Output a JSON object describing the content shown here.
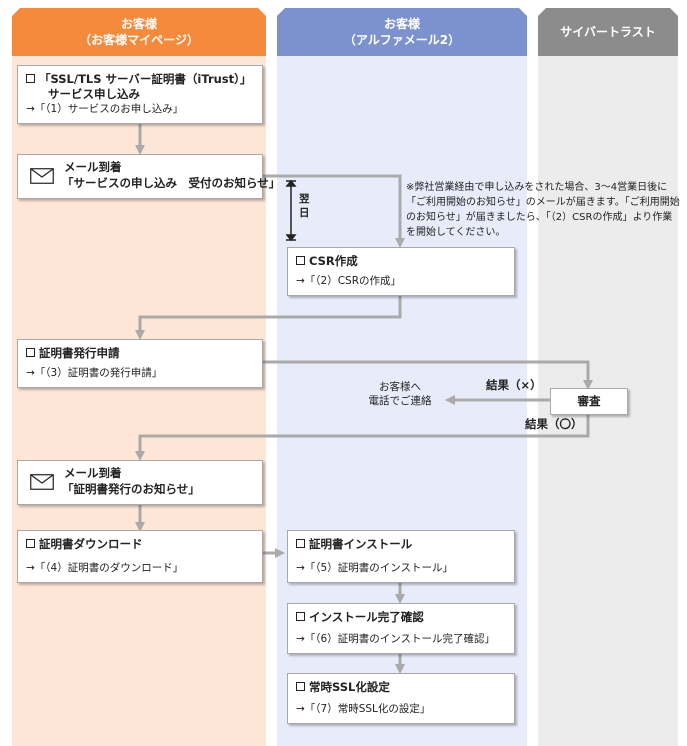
{
  "lanes": {
    "customer_mypage": {
      "line1": "お客様",
      "line2": "（お客様マイページ）"
    },
    "customer_mail": {
      "line1": "お客様",
      "line2": "（アルファメール2）"
    },
    "cybertrust": "サイバートラスト"
  },
  "steps": {
    "apply": {
      "title1": "「SSL/TLS サーバー証明書（iTrust）」",
      "title2": "サービス申し込み",
      "link": "→「（1）サービスのお申し込み」"
    },
    "mail1": {
      "line1": "メール到着",
      "line2": "「サービスの申し込み　受付のお知らせ」"
    },
    "csr": {
      "title": "CSR作成",
      "link": "→「（2）CSRの作成」"
    },
    "request": {
      "title": "証明書発行申請",
      "link": "→「（3）証明書の発行申請」"
    },
    "review": "審査",
    "mail2": {
      "line1": "メール到着",
      "line2": "「証明書発行のお知らせ」"
    },
    "download": {
      "title": "証明書ダウンロード",
      "link": "→「（4）証明書のダウンロード」"
    },
    "install": {
      "title": "証明書インストール",
      "link": "→「（5）証明書のインストール」"
    },
    "install_check": {
      "title": "インストール完了確認",
      "link": "→「（6）証明書のインストール完了確認」"
    },
    "ssl_setting": {
      "title": "常時SSL化設定",
      "link": "→「（7）常時SSL化の設定」"
    }
  },
  "labels": {
    "next_day": "翌日",
    "result_ng": "結果（×）",
    "result_ok": "結果（〇）",
    "contact1": "お客様へ",
    "contact2": "電話でご連絡"
  },
  "note": "※弊社営業経由で申し込みをされた場合、3～4営業日後に「ご利用開始のお知らせ」のメールが届きます。「ご利用開始のお知らせ」が届きましたら、「（2）CSRの作成」より作業を開始してください。",
  "colors": {
    "mypage_header": "#f58a3c",
    "mail_header": "#7b92cf",
    "cybertrust_header": "#8c8c8c",
    "connector": "#aaaaaa"
  }
}
